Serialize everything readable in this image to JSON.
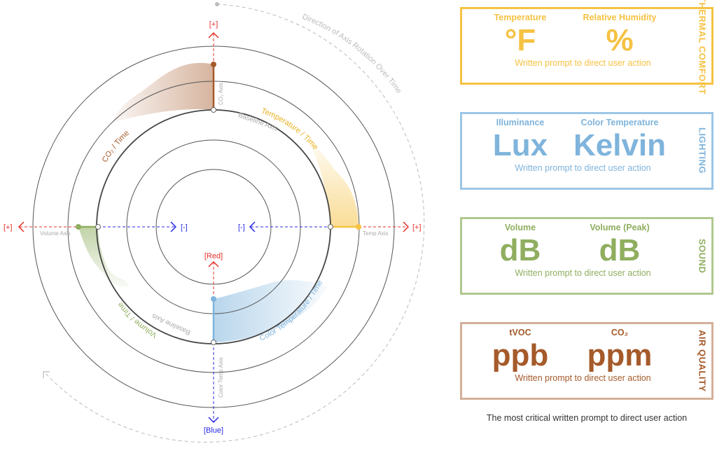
{
  "colors": {
    "thermal": "#f5c242",
    "lighting": "#7fb4dc",
    "sound": "#8fae5f",
    "air": "#a55a2a",
    "guide": "#aaaaaa",
    "red": "#e8312a",
    "blue": "#2a2ae8"
  },
  "diagram": {
    "top_plus": "[+]",
    "left_plus": "[+]",
    "right_plus": "[+]",
    "left_minus": "[-]",
    "right_minus": "[-]",
    "red": "[Red]",
    "blue": "[Blue]",
    "rotation_label": "Direction of Axis Rotation Over Time",
    "baseline_top": "Baseline Axis",
    "baseline_bottom": "Baseline Axis",
    "co2_axis": "CO₂ Axis",
    "temp_axis": "Temp Axis",
    "volume_axis": "Volume Axis",
    "color_temp_axis": "Color Temp Axis",
    "co2_time": "CO₂ / Time",
    "temp_time": "Temperature / Time",
    "volume_time": "Volume / Time",
    "colortemp_time": "Color Temperature / Time"
  },
  "panels": [
    {
      "category": "THERMAL COMFORT",
      "label1": "Temperature",
      "unit1": "°F",
      "label2": "Relative Humidity",
      "unit2": "%",
      "prompt": "Written prompt to direct user action"
    },
    {
      "category": "LIGHTING",
      "label1": "Illuminance",
      "unit1": "Lux",
      "label2": "Color Temperature",
      "unit2": "Kelvin",
      "prompt": "Written prompt to direct user action"
    },
    {
      "category": "SOUND",
      "label1": "Volume",
      "unit1": "dB",
      "label2": "Volume (Peak)",
      "unit2": "dB",
      "prompt": "Written prompt to direct user action"
    },
    {
      "category": "AIR QUALITY",
      "label1": "tVOC",
      "unit1": "ppb",
      "label2": "CO₂",
      "unit2": "ppm",
      "prompt": "Written prompt to direct user action"
    }
  ],
  "critical_prompt": "The most critical written prompt to direct user action"
}
